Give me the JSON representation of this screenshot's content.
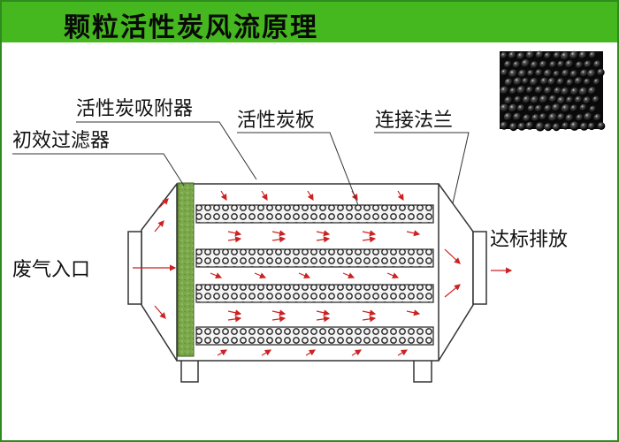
{
  "title": "颗粒活性炭风流原理",
  "labels": {
    "adsorber": "活性炭吸附器",
    "carbon_plate": "活性炭板",
    "connect_flange": "连接法兰",
    "pre_filter": "初效过滤器",
    "inlet": "废气入口",
    "outlet": "达标排放"
  },
  "colors": {
    "banner": "#44b81e",
    "frame": "#2e8b1e",
    "filter": "#7aa84a",
    "arrow": "#cc2222"
  }
}
